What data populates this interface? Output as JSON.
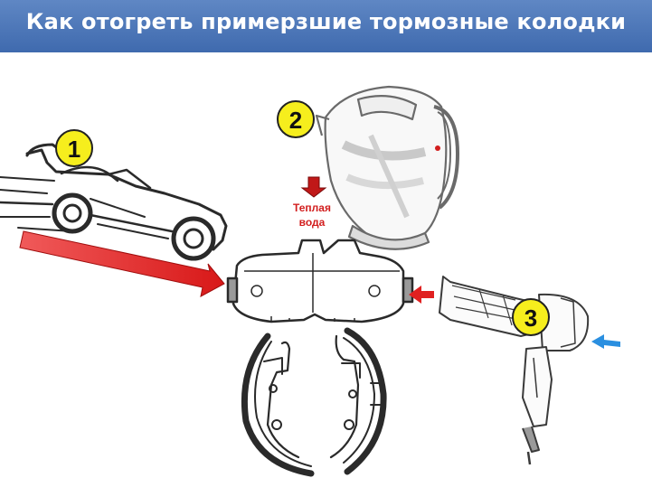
{
  "title": "Как отогреть примерзшие тормозные колодки",
  "labels": {
    "water_line1": "Теплая",
    "water_line2": "вода"
  },
  "steps": [
    {
      "number": "1",
      "icon": "car"
    },
    {
      "number": "2",
      "icon": "kettle"
    },
    {
      "number": "3",
      "icon": "hair-dryer"
    }
  ],
  "colors": {
    "header": "#4a74b8",
    "badge_fill": "#f6ee1d",
    "arrow_red": "#e02020",
    "arrow_blue": "#2a8fe0"
  }
}
